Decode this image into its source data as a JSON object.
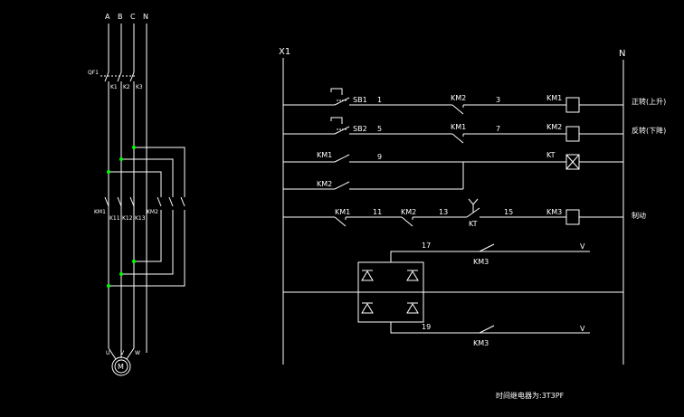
{
  "power_circuit": {
    "phases": [
      "A",
      "B",
      "C",
      "N"
    ],
    "breaker": "QF1",
    "breaker_poles": [
      "K1",
      "K2",
      "K3"
    ],
    "contactor_left": "KM1",
    "contactor_right": "KM2",
    "km1_poles": [
      "K11",
      "K12",
      "K13"
    ],
    "motor_terminals": [
      "U",
      "V",
      "W"
    ],
    "motor_label": "M"
  },
  "control_circuit": {
    "left_bus": "X1",
    "right_bus": "N",
    "rungs": {
      "r1": {
        "button": "SB1",
        "node1": "1",
        "interlock": "KM2",
        "node2": "3",
        "coil": "KM1",
        "function": "正转(上升)"
      },
      "r2": {
        "button": "SB2",
        "node1": "5",
        "interlock": "KM1",
        "node2": "7",
        "coil": "KM2",
        "function": "反转(下降)"
      },
      "r3": {
        "contact": "KM1",
        "node": "9",
        "coil": "KT"
      },
      "r4": {
        "contact": "KM2"
      },
      "r5": {
        "contact1": "KM1",
        "node1": "11",
        "contact2": "KM2",
        "node2": "13",
        "timer_contact": "KT",
        "node3": "15",
        "coil": "KM3",
        "function": "制动"
      },
      "r6": {
        "node": "17",
        "contact": "KM3",
        "terminal": "V"
      },
      "r7": {
        "node": "19",
        "contact": "KM3",
        "terminal": "V"
      }
    },
    "note": "时间继电器为:3T3PF"
  }
}
